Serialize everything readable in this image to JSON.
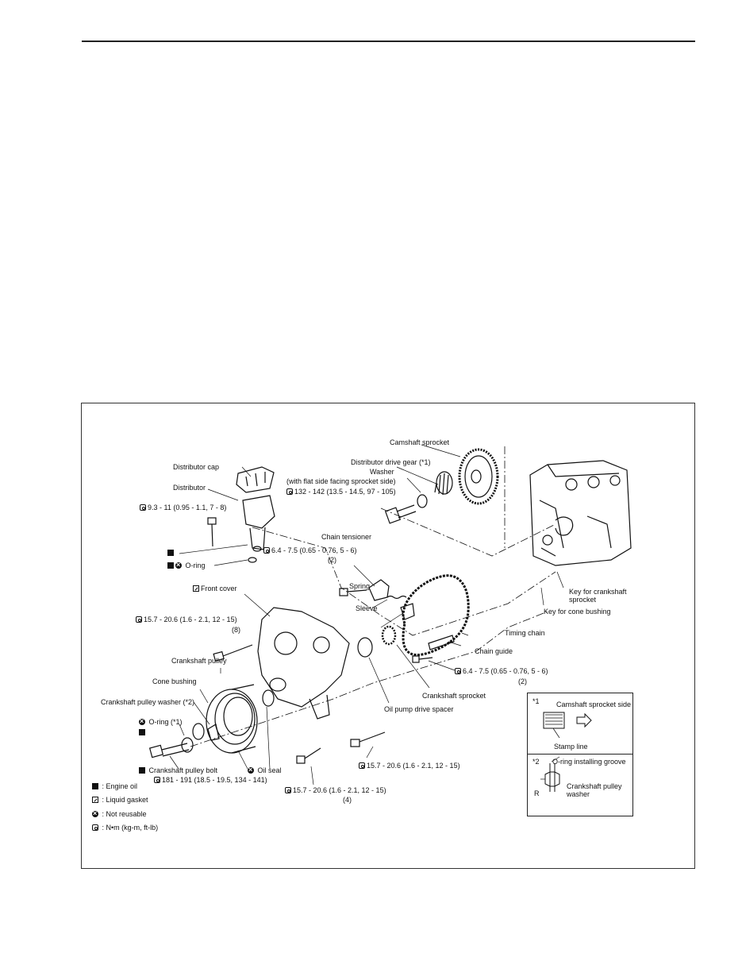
{
  "labels": {
    "distributor_cap": "Distributor cap",
    "distributor": "Distributor",
    "torque_distributor": "9.3 - 11 (0.95 - 1.1, 7 - 8)",
    "torque_tensioner": "6.4 - 7.5 (0.65 - 0.76, 5 - 6)",
    "torque_tensioner_qty": "(2)",
    "o_ring": "O-ring",
    "front_cover": "Front cover",
    "torque_front_cover": "15.7 - 20.6 (1.6 - 2.1, 12 - 15)",
    "torque_front_cover_qty": "(8)",
    "crankshaft_pulley": "Crankshaft pulley",
    "cone_bushing": "Cone bushing",
    "crankshaft_pulley_washer": "Crankshaft pulley washer (*2)",
    "o_ring_star1": "O-ring (*1)",
    "crankshaft_pulley_bolt": "Crankshaft pulley bolt",
    "torque_pulley_bolt": "181 - 191 (18.5 - 19.5, 134 - 141)",
    "oil_seal": "Oil seal",
    "torque_lower_left": "15.7 - 20.6 (1.6 - 2.1, 12 - 15)",
    "torque_lower_left_qty": "(4)",
    "torque_lower_right": "15.7 - 20.6 (1.6 - 2.1, 12 - 15)",
    "oil_pump_drive_spacer": "Oil pump drive spacer",
    "crankshaft_sprocket": "Crankshaft sprocket",
    "torque_chain_guide": "6.4 - 7.5 (0.65 - 0.76, 5 - 6)",
    "torque_chain_guide_qty": "(2)",
    "chain_guide": "Chain guide",
    "timing_chain": "Timing chain",
    "key_cone_bushing": "Key for cone bushing",
    "key_crankshaft_sprocket_1": "Key for crankshaft",
    "key_crankshaft_sprocket_2": "sprocket",
    "sleeve": "Sleeve",
    "spring": "Spring",
    "chain_tensioner": "Chain tensioner",
    "camshaft_sprocket": "Camshaft sprocket",
    "distributor_drive_gear": "Distributor drive gear (*1)",
    "washer": "Washer",
    "washer_note": "(with flat side facing sprocket side)",
    "torque_washer_bolt": "132 - 142 (13.5 - 14.5, 97 - 105)"
  },
  "legend": [
    {
      "icon": "engine-oil-icon",
      "text": ": Engine oil"
    },
    {
      "icon": "liquid-gasket-icon",
      "text": ": Liquid gasket"
    },
    {
      "icon": "not-reusable-icon",
      "text": ": Not reusable"
    },
    {
      "icon": "torque-icon",
      "text": ": N•m (kg-m, ft-lb)"
    }
  ],
  "inset": {
    "note1_marker": "*1",
    "note1_title": "Camshaft sprocket side",
    "note1_stamp": "Stamp line",
    "note2_marker": "*2",
    "note2_title": "O-ring installing groove",
    "note2_r": "R",
    "note2_part_1": "Crankshaft pulley",
    "note2_part_2": "washer"
  }
}
